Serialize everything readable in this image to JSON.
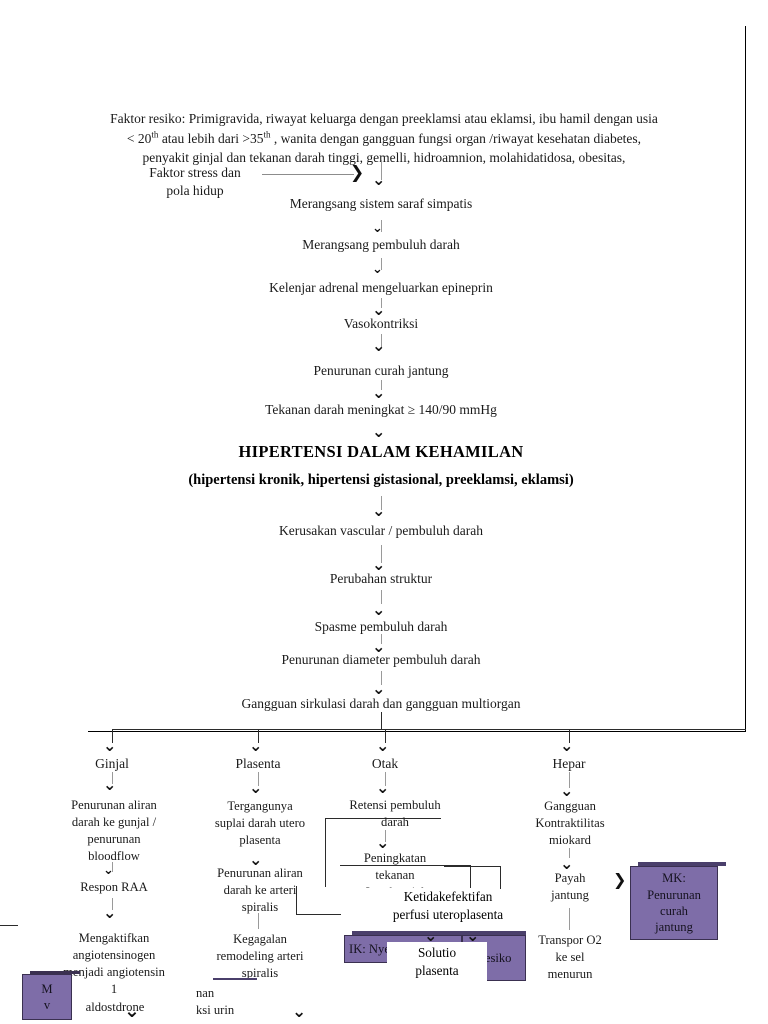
{
  "document": {
    "title": "Pathway Hipertensi Dalam Kehamilan",
    "accent_purple": "#7e6da8",
    "line_color": "#2b2b2b"
  },
  "header": {
    "risk_factors": "Faktor resiko: Primigravida, riwayat keluarga dengan preeklamsi atau eklamsi, ibu hamil dengan usia < 20th atau lebih dari >35th , wanita dengan gangguan fungsi organ /riwayat kesehatan diabetes, penyakit ginjal dan tekanan darah tinggi, gemelli, hidroamnion, molahidatidosa, obesitas,"
  },
  "side_input": {
    "label": "Faktor stress dan\npola hidup"
  },
  "main_chain": [
    {
      "id": "saraf-simpatis",
      "label": "Merangsang sistem saraf simpatis"
    },
    {
      "id": "pembuluh-darah",
      "label": "Merangsang pembuluh darah"
    },
    {
      "id": "adrenal-epineprin",
      "label": "Kelenjar adrenal mengeluarkan epineprin"
    },
    {
      "id": "vasokontriksi",
      "label": "Vasokontriksi"
    },
    {
      "id": "penurunan-curah-jantung",
      "label": "Penurunan curah jantung"
    },
    {
      "id": "tekanan-darah",
      "label": "Tekanan darah meningkat ≥ 140/90 mmHg"
    }
  ],
  "diagnosis": {
    "title": "HIPERTENSI DALAM KEHAMILAN",
    "subtitle": "(hipertensi kronik, hipertensi gistasional, preeklamsi, eklamsi)"
  },
  "lower_chain": [
    {
      "id": "kerusakan-vascular",
      "label": "Kerusakan vascular / pembuluh darah"
    },
    {
      "id": "perubahan-struktur",
      "label": "Perubahan struktur"
    },
    {
      "id": "spasme-pembuluh",
      "label": "Spasme pembuluh darah"
    },
    {
      "id": "penurunan-diameter",
      "label": "Penurunan diameter pembuluh darah"
    },
    {
      "id": "gangguan-sirkulasi",
      "label": "Gangguan sirkulasi darah dan gangguan multiorgan"
    }
  ],
  "branches": [
    {
      "id": "ginjal",
      "organ": "Ginjal",
      "steps": [
        "Penurunan aliran\ndarah ke gunjal /\npenurunan\nbloodflow",
        "Respon RAA",
        "Mengaktifkan\nangiotensinogen\nmenjadi angiotensin\n1",
        "aldostdrone"
      ]
    },
    {
      "id": "plasenta",
      "organ": "Plasenta",
      "steps": [
        "Tergangunya\nsuplai darah utero\nplasenta",
        "Penurunan aliran\ndarah ke arteri\nspiralis",
        "Kegagalan\nremodeling arteri\nspiralis"
      ]
    },
    {
      "id": "otak",
      "organ": "Otak",
      "steps": [
        "Retensi pembuluh\ndarah",
        "Peningkatan\ntekanan\nIntrakranial"
      ]
    },
    {
      "id": "hepar",
      "organ": "Hepar",
      "steps": [
        "Gangguan\nKontraktilitas\nmiokard",
        "Payah\njantung",
        "Transpor O2\nke sel\nmenurun"
      ]
    }
  ],
  "overlays": {
    "ketidakefektifan": "Ketidakefektifan\nperfusi uteroplasenta",
    "solutio": "Solutio\nplasenta",
    "penurunan_urin": "nan\nksi urin"
  },
  "mk_boxes": [
    {
      "id": "mk-penurunan-curah-jantung",
      "label": "MK:\nPenurunan\ncurah\njantung"
    },
    {
      "id": "mk-nyeri",
      "label": "IK: Nyeri"
    },
    {
      "id": "mk-resiko",
      "label": "Resiko"
    },
    {
      "id": "mk-bottom-left",
      "label": "M\nv"
    }
  ],
  "icons": {
    "down_arrow": "⌄",
    "right_arrow": "❯"
  }
}
